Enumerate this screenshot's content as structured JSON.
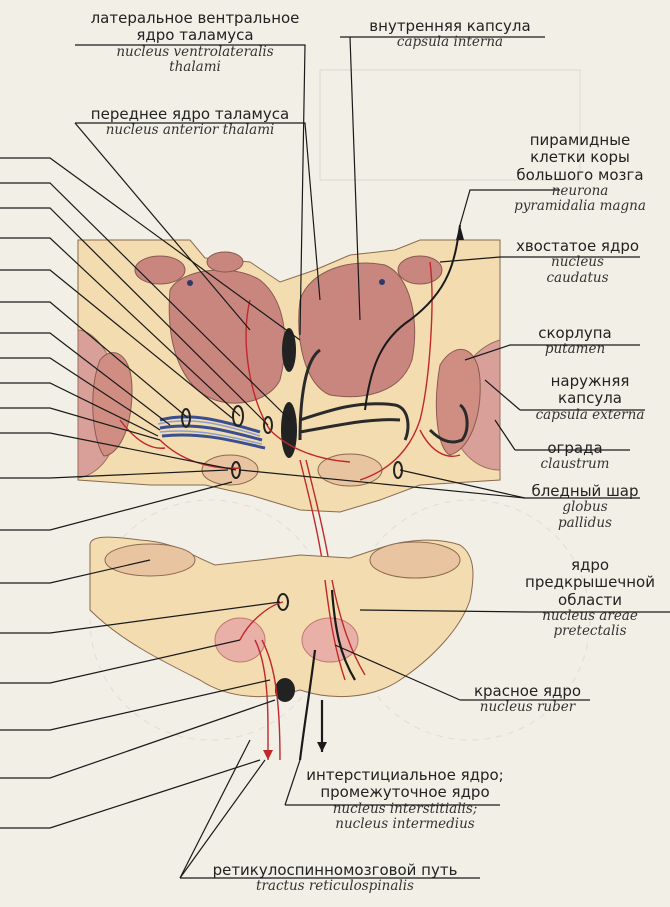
{
  "labels": {
    "vl_thalamus": {
      "ru": [
        "латеральное вентральное",
        "ядро таламуса"
      ],
      "la": [
        "nucleus ventrolateralis",
        "thalami"
      ]
    },
    "capsula_interna": {
      "ru": "внутренняя капсула",
      "la": "capsula interna"
    },
    "ant_thalamus": {
      "ru": "переднее ядро таламуса",
      "la": "nucleus anterior thalami"
    },
    "pyramidal": {
      "ru": [
        "пирамидные",
        "клетки коры",
        "большого мозга"
      ],
      "la": [
        "neurona",
        "pyramidalia magna"
      ]
    },
    "caudatus": {
      "ru": "хвостатое ядро",
      "la": [
        "nucleus",
        "caudatus"
      ]
    },
    "putamen": {
      "ru": "скорлупа",
      "la": "putamen"
    },
    "capsula_externa": {
      "ru": [
        "наружняя",
        "капсула"
      ],
      "la": "capsula externa"
    },
    "claustrum": {
      "ru": "ограда",
      "la": "claustrum"
    },
    "globus": {
      "ru": "бледный шар",
      "la": [
        "globus",
        "pallidus"
      ]
    },
    "pretectal": {
      "ru": [
        "ядро",
        "предкрышечной",
        "области"
      ],
      "la": [
        "nucleus areae",
        "pretectalis"
      ]
    },
    "ruber": {
      "ru": "красное ядро",
      "la": "nucleus ruber"
    },
    "interstitial": {
      "ru": [
        "интерстициальное ядро;",
        "промежуточное ядро"
      ],
      "la": [
        "nucleus interstitialis;",
        "nucleus intermedius"
      ]
    },
    "reticulospinal": {
      "ru": "ретикулоспинномозговой путь",
      "la": "tractus reticulospinalis"
    }
  },
  "colors": {
    "tissue": "#f3dcb0",
    "nucleus": "#c9867e",
    "nucleus_dark": "#b8706a",
    "white_matter": "#f7ead0",
    "pathway_red": "#c0282a",
    "pathway_blue": "#3b4f8f",
    "line": "#1a1a1a"
  }
}
